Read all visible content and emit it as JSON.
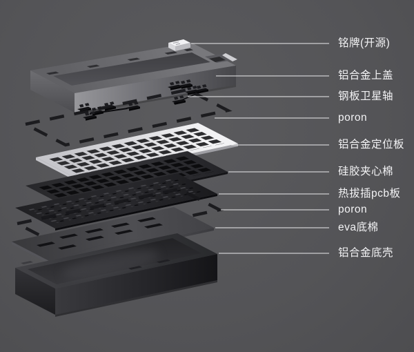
{
  "diagram": {
    "name": "keyboard-exploded-view",
    "colors": {
      "background": "#545457",
      "label_text": "#f3f3f5",
      "leader_line": "#ececee",
      "plate_light": "#f0f0f2",
      "foam_dark": "#2d2d30",
      "case_dark": "#2c2c2e"
    },
    "parts": [
      {
        "id": "nameplate",
        "label": "铭牌(开源)"
      },
      {
        "id": "top-case",
        "label": "铝合金上盖"
      },
      {
        "id": "plate-stabilizers",
        "label": "钢板卫星轴"
      },
      {
        "id": "poron-top",
        "label": "poron"
      },
      {
        "id": "positioning-plate",
        "label": "铝合金定位板"
      },
      {
        "id": "silicone-foam",
        "label": "硅胶夹心棉"
      },
      {
        "id": "pcb",
        "label": "热拔插pcb板"
      },
      {
        "id": "poron-bottom",
        "label": "poron"
      },
      {
        "id": "eva-foam",
        "label": "eva底棉"
      },
      {
        "id": "bottom-case",
        "label": "铝合金底壳"
      }
    ]
  }
}
